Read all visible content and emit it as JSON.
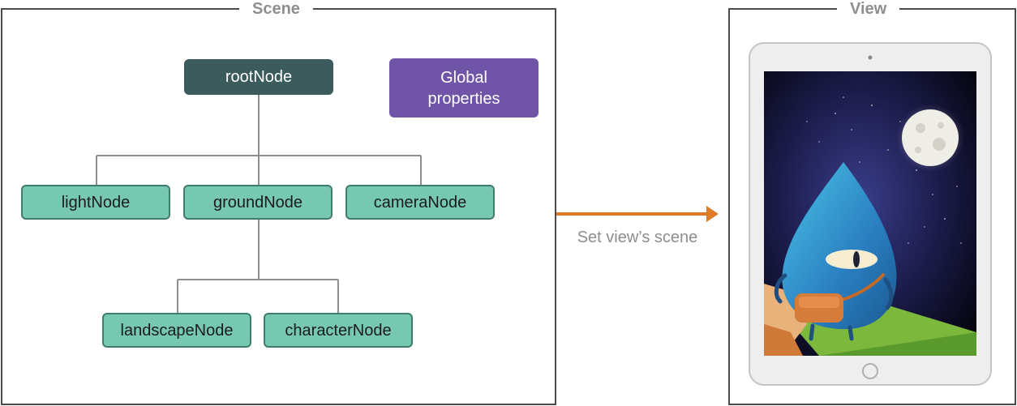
{
  "scene": {
    "label": "Scene",
    "root_node": "rootNode",
    "global_properties": "Global properties",
    "children": [
      "lightNode",
      "groundNode",
      "cameraNode"
    ],
    "ground_children": [
      "landscapeNode",
      "characterNode"
    ]
  },
  "arrow": {
    "label": "Set view’s scene",
    "color": "#e07b2a"
  },
  "view": {
    "label": "View"
  },
  "colors": {
    "node_fill": "#76c8b1",
    "node_border": "#3e7d6e",
    "root_fill": "#3b5b5c",
    "global_fill": "#6f54a8",
    "connector": "#8e8e8e"
  }
}
